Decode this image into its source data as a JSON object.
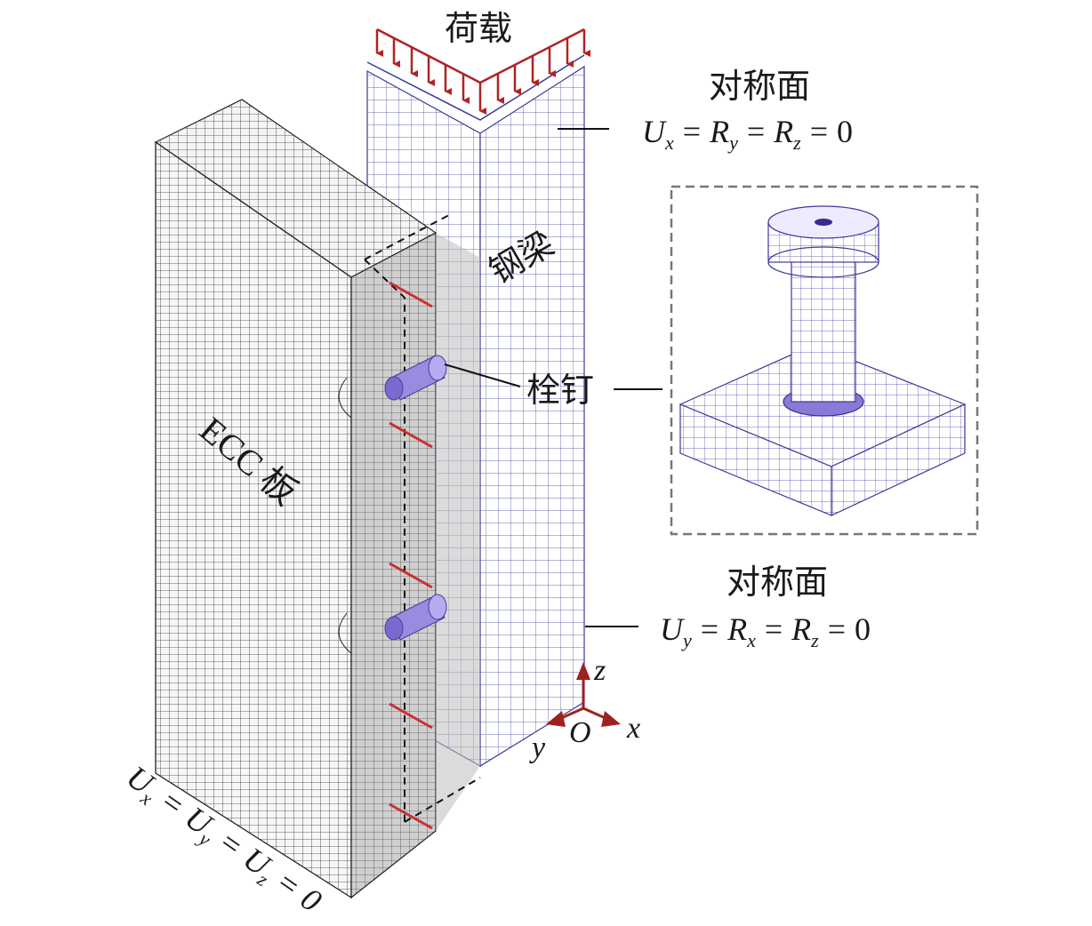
{
  "labels": {
    "load": "荷载",
    "beam": "钢梁",
    "stud": "栓钉",
    "slab": "ECC 板",
    "sym_top": "对称面",
    "sym_bottom": "对称面"
  },
  "equations": {
    "top": {
      "v1": "U",
      "s1": "x",
      "v2": "R",
      "s2": "y",
      "v3": "R",
      "s3": "z",
      "eq": "=",
      "zero": "0"
    },
    "bottom": {
      "v1": "U",
      "s1": "y",
      "v2": "R",
      "s2": "x",
      "v3": "R",
      "s3": "z",
      "eq": "=",
      "zero": "0"
    },
    "slab": {
      "v1": "U",
      "s1": "x",
      "v2": "U",
      "s2": "y",
      "v3": "U",
      "s3": "z",
      "eq": "=",
      "zero": "0"
    }
  },
  "axes": {
    "z": "z",
    "x": "x",
    "y": "y",
    "origin": "O"
  },
  "colors": {
    "load_arrow": "#b22222",
    "axis_arrow": "#a02020",
    "beam_mesh": "#3a3a9a",
    "slab_mesh": "#2a2a2a",
    "stud_color": "#7a6ad0",
    "marker": "#c83030"
  }
}
